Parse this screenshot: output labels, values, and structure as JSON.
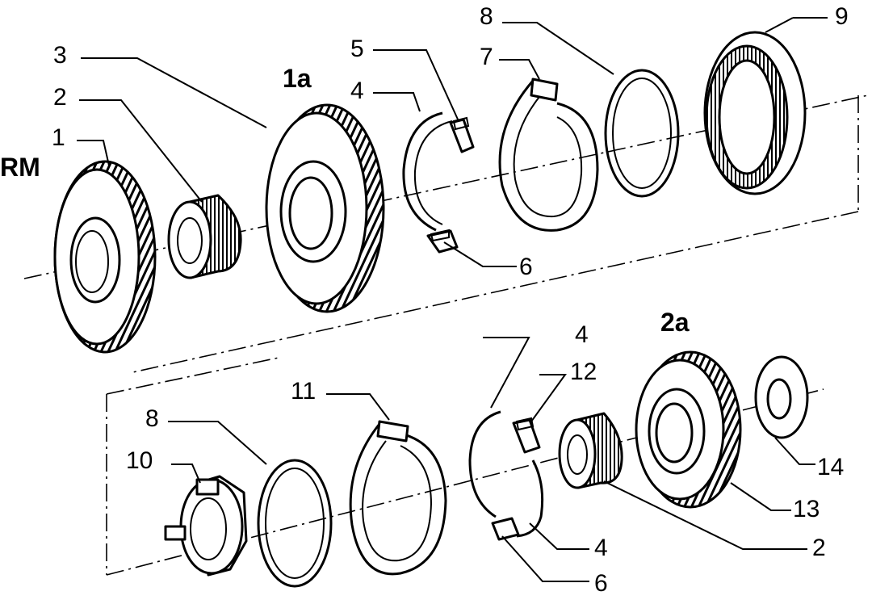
{
  "diagram": {
    "groups": {
      "rm": "RM",
      "first": "1a",
      "second": "2a"
    },
    "upper_callouts": {
      "p1": "1",
      "p2": "2",
      "p3": "3",
      "p4": "4",
      "p5": "5",
      "p6": "6",
      "p7": "7",
      "p8": "8",
      "p9": "9"
    },
    "lower_callouts": {
      "p4a": "4",
      "p12": "12",
      "p11": "11",
      "p8": "8",
      "p10": "10",
      "p14": "14",
      "p13": "13",
      "p2": "2",
      "p4b": "4",
      "p6": "6"
    }
  },
  "colors": {
    "ink": "#000000",
    "paper": "#ffffff"
  }
}
